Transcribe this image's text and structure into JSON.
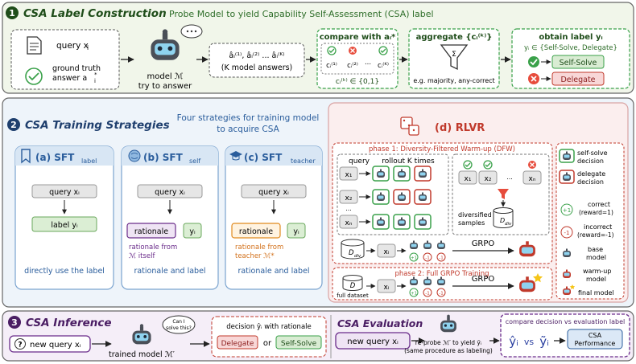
{
  "s1": {
    "num": "1",
    "title": "CSA Label Construction",
    "subtitle": "Probe Model to yield Capability Self-Assessment (CSA) label",
    "query": "query x",
    "query_sub": "i",
    "gt_line1": "ground truth",
    "gt_line2": "answer a",
    "gt_sub": "i",
    "gt_sup": "*",
    "model_line1": "model ℳ",
    "model_line2": "try to answer",
    "answers_line1": "âᵢ⁽¹⁾, âᵢ⁽²⁾ ... âᵢ⁽ᴷ⁾",
    "answers_line2": "(K model answers)",
    "compare_title": "compare with aᵢ*",
    "compare_c1": "cᵢ⁽¹⁾",
    "compare_c2": "cᵢ⁽²⁾",
    "compare_dots": "...",
    "compare_ck": "cᵢ⁽ᴷ⁾",
    "compare_set": "cᵢ⁽ᵏ⁾ ∈ {0,1}",
    "aggregate_title": "aggregate {cᵢ⁽ᵏ⁾}",
    "aggregate_sigma": "Σ",
    "aggregate_note": "e.g. majority, any-correct",
    "obtain_title": "obtain label yᵢ",
    "obtain_set": "yᵢ ∈ {Self-Solve, Delegate}",
    "self_solve": "Self-Solve",
    "delegate": "Delegate"
  },
  "s2": {
    "num": "2",
    "title": "CSA Training Strategies",
    "subtitle_line1": "Four strategies for training model",
    "subtitle_line2": "to acquire CSA",
    "a_title": "(a) SFT",
    "a_sub": "label",
    "a_query": "query xᵢ",
    "a_label": "label yᵢ",
    "a_caption": "directly use the label",
    "b_title": "(b) SFT",
    "b_sub": "self",
    "b_query": "query xᵢ",
    "b_rationale": "rationale",
    "b_y": "yᵢ",
    "b_note_line1": "rationale from",
    "b_note_line2": "ℳ itself",
    "b_caption": "rationale and label",
    "c_title": "(c) SFT",
    "c_sub": "teacher",
    "c_query": "query xᵢ",
    "c_rationale": "rationale",
    "c_y": "yᵢ",
    "c_note_line1": "rationale from",
    "c_note_line2": "teacher ℳ*",
    "c_caption": "rationale and label",
    "d_title": "(d)  RLVR",
    "phase1": "phase 1: Diversity-Filtered Warm-up (DFW)",
    "query_label": "query",
    "rollout_label": "rollout K times",
    "x1": "x₁",
    "x2": "x₂",
    "xn": "xₙ",
    "dots": "...",
    "div_line1": "diversified",
    "div_line2": "samples",
    "ddiv": "D",
    "ddiv_sub": "div",
    "xi": "xᵢ",
    "grpo": "GRPO",
    "plus1": "+1",
    "minus1": "-1",
    "phase2": "phase 2:  Full GRPO Training",
    "d": "D",
    "full_dataset": "full dataset",
    "legend": {
      "self_solve_1": "self-solve",
      "self_solve_2": "decision",
      "delegate_1": "delegate",
      "delegate_2": "decision",
      "correct_1": "correct",
      "correct_2": "(reward=1)",
      "incorrect_1": "incorrect",
      "incorrect_2": "(reward=-1)",
      "base_1": "base",
      "base_2": "model",
      "warmup_1": "warm-up",
      "warmup_2": "model",
      "final": "final model"
    }
  },
  "s3": {
    "num": "3",
    "title": "CSA Inference",
    "new_query": "new query xᵢ",
    "bubble_line1": "Can I",
    "bubble_line2": "solve this?",
    "trained_model": "trained model ℳ′",
    "decision_title": "decision ŷᵢ with rationale",
    "delegate": "Delegate",
    "or": "or",
    "self_solve": "Self-Solve",
    "eval_title": "CSA Evaluation",
    "eval_query": "new query xᵢ",
    "reprobe_line1": "re-probe ℳ′ to yield ỹᵢ",
    "reprobe_line2": "(same procedure as labeling)",
    "compare_title": "compare decision vs evaluation label",
    "compare_y": "ŷᵢ",
    "compare_vs": "vs",
    "compare_ytilde": "ỹᵢ",
    "perf_line1": "CSA",
    "perf_line2": "Performance"
  },
  "colors": {
    "green_dark": "#2f6e2a",
    "green_fill": "#eef5e6",
    "blue_title": "#2a5d9c",
    "blue_fill": "#e6eff8",
    "purple": "#6a2c8a",
    "red": "#c0392b",
    "pink_fill": "#fbeeee"
  }
}
